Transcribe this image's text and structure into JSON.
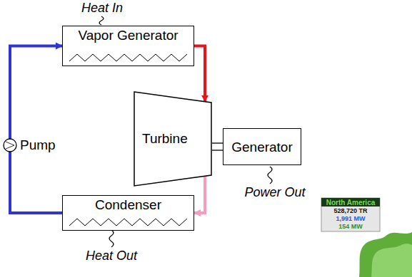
{
  "diagram": {
    "nodes": [
      {
        "text": [
          "Vapor Generator"
        ]
      },
      {
        "text": [
          "Pump"
        ]
      },
      {
        "text": [
          "Turbine"
        ]
      },
      {
        "text": [
          "Generator"
        ]
      },
      {
        "text": [
          "Condenser"
        ]
      }
    ],
    "edges": [
      {
        "from": 0,
        "to": 2,
        "arrow": "to"
      },
      {
        "from": 2,
        "to": 4,
        "arrow": "to"
      },
      {
        "from": 4,
        "to": 1,
        "arrow": "none"
      },
      {
        "from": 1,
        "to": 0,
        "arrow": "to"
      },
      {
        "from": 2,
        "to": 3,
        "arrow": "none"
      }
    ],
    "labels": [
      "Heat In",
      "Power Out",
      "Heat Out",
      "North America",
      "528,720 TR",
      "1,991 MW",
      "154 MW"
    ]
  }
}
